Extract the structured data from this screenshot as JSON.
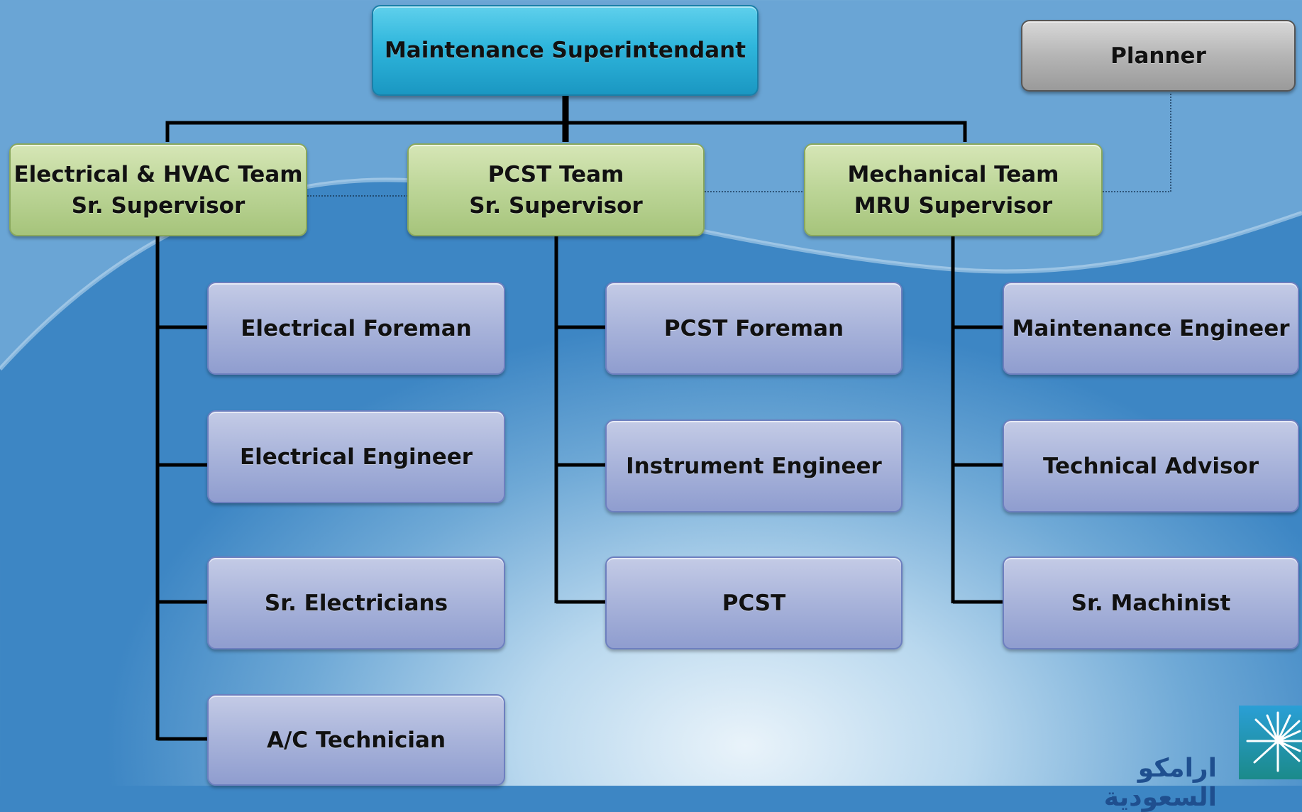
{
  "chart": {
    "top": {
      "label": "Maintenance Superintendant"
    },
    "planner": {
      "label": "Planner"
    },
    "teams": [
      {
        "line1": "Electrical & HVAC Team",
        "line2": "Sr. Supervisor",
        "members": [
          "Electrical Foreman",
          "Electrical Engineer",
          "Sr. Electricians",
          "A/C Technician"
        ]
      },
      {
        "line1": "PCST Team",
        "line2": "Sr. Supervisor",
        "members": [
          "PCST Foreman",
          "Instrument Engineer",
          "PCST"
        ]
      },
      {
        "line1": "Mechanical Team",
        "line2": "MRU Supervisor",
        "members": [
          "Maintenance Engineer",
          "Technical Advisor",
          "Sr. Machinist"
        ]
      }
    ]
  },
  "logo": {
    "text": "ارامكو السعودية",
    "icon": "aramco-starburst-icon"
  },
  "colors": {
    "top_box": "#2fb6dc",
    "planner_box": "#b5b5b5",
    "supervisor_box": "#bcd597",
    "staff_box": "#a8b3da",
    "connector": "#000000",
    "logo_text": "#1f4f8f"
  }
}
